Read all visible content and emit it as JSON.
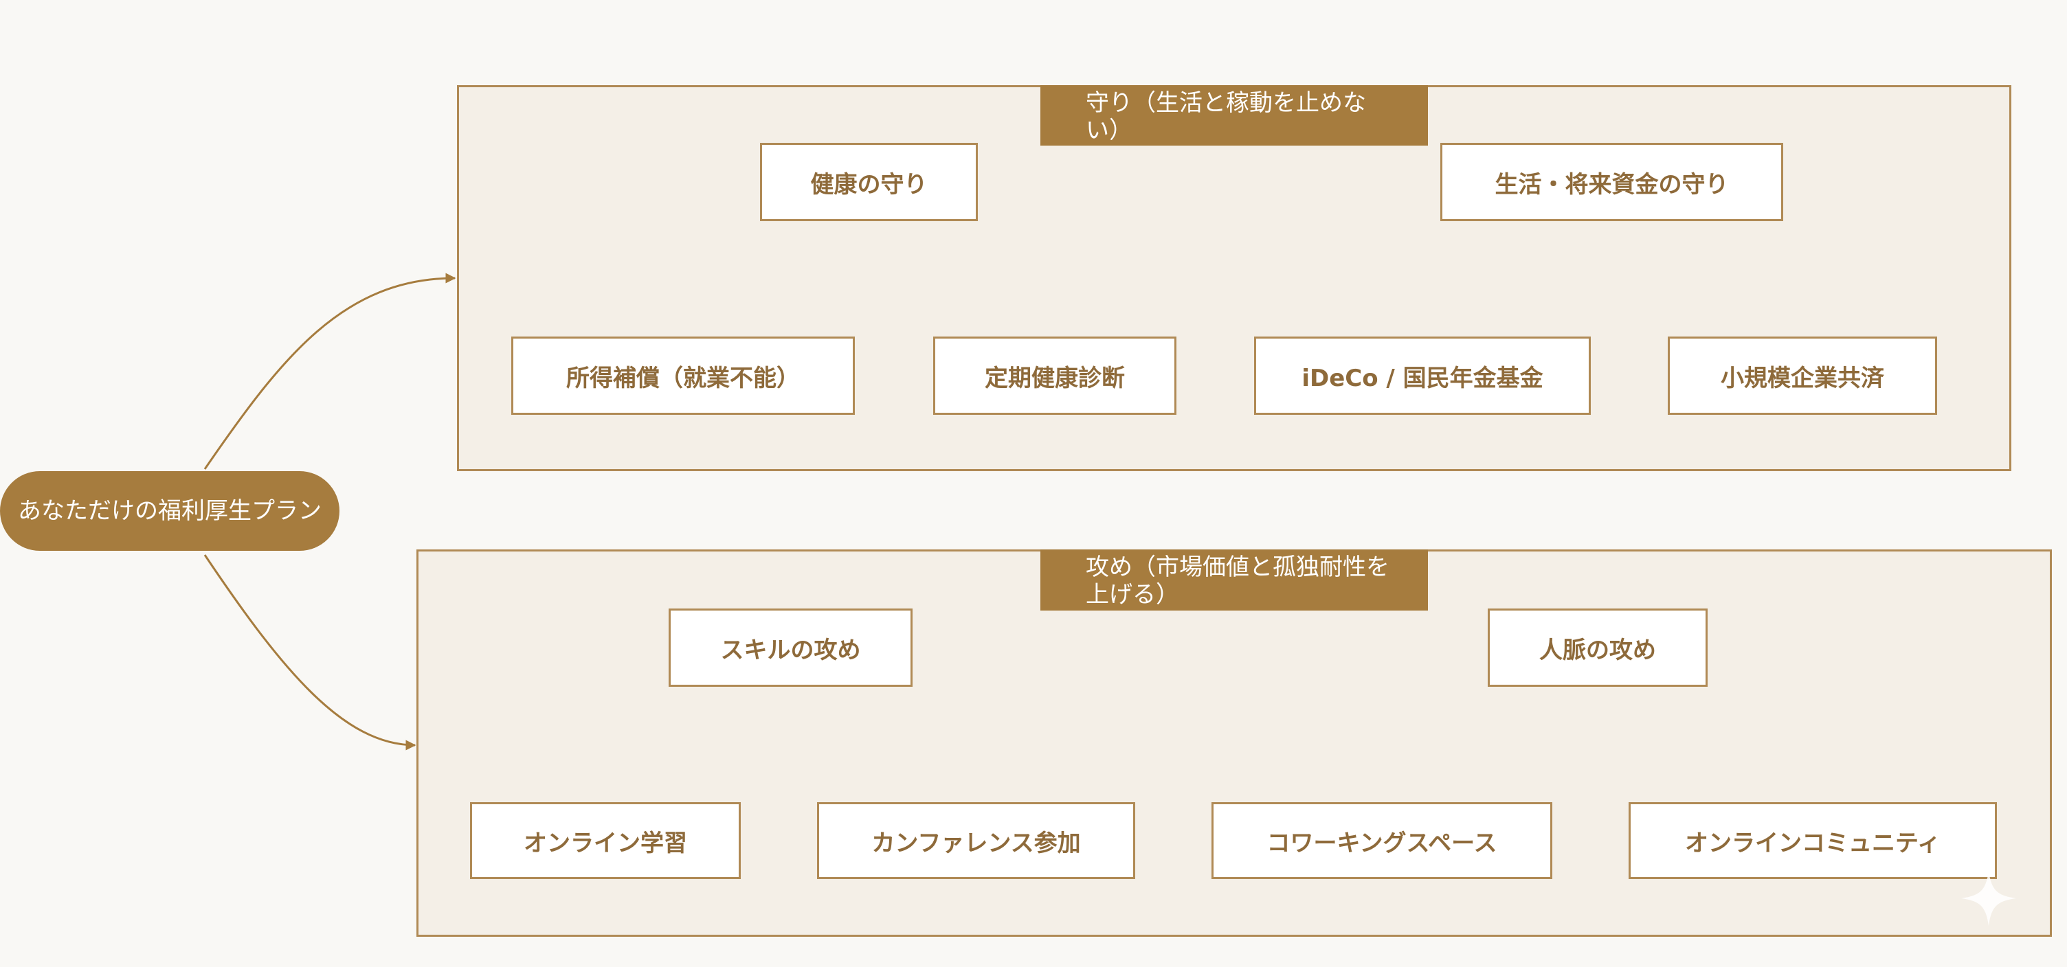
{
  "root": {
    "label": "あなただけの福利厚生プラン"
  },
  "groups": [
    {
      "title": "守り（生活と稼動を止めない）",
      "categories": [
        {
          "label": "健康の守り",
          "items": [
            "所得補償（就業不能）",
            "定期健康診断"
          ]
        },
        {
          "label": "生活・将来資金の守り",
          "items": [
            "iDeCo / 国民年金基金",
            "小規模企業共済"
          ]
        }
      ]
    },
    {
      "title": "攻め（市場価値と孤独耐性を上げる）",
      "categories": [
        {
          "label": "スキルの攻め",
          "items": [
            "オンライン学習",
            "カンファレンス参加"
          ]
        },
        {
          "label": "人脈の攻め",
          "items": [
            "コワーキングスペース",
            "オンラインコミュニティ"
          ]
        }
      ]
    }
  ],
  "colors": {
    "accent": "#a67c3e",
    "border": "#b08a55",
    "group_bg": "#f4efe7",
    "text": "#8e6a3a",
    "page_bg": "#f9f8f5"
  }
}
